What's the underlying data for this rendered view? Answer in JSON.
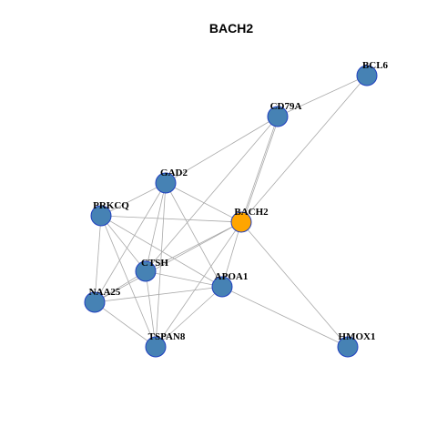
{
  "title": "BACH2",
  "colors": {
    "node_default": "#4682b4",
    "node_focus": "#ffa500",
    "node_border": "#1f3fbf",
    "edge": "#a9a9a9"
  },
  "graph": {
    "focus": "BACH2",
    "nodes": [
      {
        "id": "BCL6"
      },
      {
        "id": "CD79A"
      },
      {
        "id": "GAD2"
      },
      {
        "id": "PRKCQ"
      },
      {
        "id": "BACH2"
      },
      {
        "id": "CTSH"
      },
      {
        "id": "APOA1"
      },
      {
        "id": "NAA25"
      },
      {
        "id": "TSPAN8"
      },
      {
        "id": "HMOX1"
      }
    ],
    "edges": [
      [
        "BCL6",
        "CD79A"
      ],
      [
        "BCL6",
        "BACH2"
      ],
      [
        "CD79A",
        "BACH2"
      ],
      [
        "CD79A",
        "BACH2"
      ],
      [
        "CD79A",
        "GAD2"
      ],
      [
        "CD79A",
        "CTSH"
      ],
      [
        "GAD2",
        "BACH2"
      ],
      [
        "GAD2",
        "CTSH"
      ],
      [
        "GAD2",
        "NAA25"
      ],
      [
        "GAD2",
        "TSPAN8"
      ],
      [
        "GAD2",
        "APOA1"
      ],
      [
        "GAD2",
        "PRKCQ"
      ],
      [
        "PRKCQ",
        "BACH2"
      ],
      [
        "PRKCQ",
        "CTSH"
      ],
      [
        "PRKCQ",
        "NAA25"
      ],
      [
        "PRKCQ",
        "TSPAN8"
      ],
      [
        "PRKCQ",
        "APOA1"
      ],
      [
        "BACH2",
        "CTSH"
      ],
      [
        "BACH2",
        "APOA1"
      ],
      [
        "BACH2",
        "NAA25"
      ],
      [
        "BACH2",
        "TSPAN8"
      ],
      [
        "BACH2",
        "HMOX1"
      ],
      [
        "CTSH",
        "NAA25"
      ],
      [
        "CTSH",
        "TSPAN8"
      ],
      [
        "CTSH",
        "APOA1"
      ],
      [
        "APOA1",
        "TSPAN8"
      ],
      [
        "APOA1",
        "NAA25"
      ],
      [
        "APOA1",
        "HMOX1"
      ],
      [
        "NAA25",
        "TSPAN8"
      ]
    ]
  }
}
